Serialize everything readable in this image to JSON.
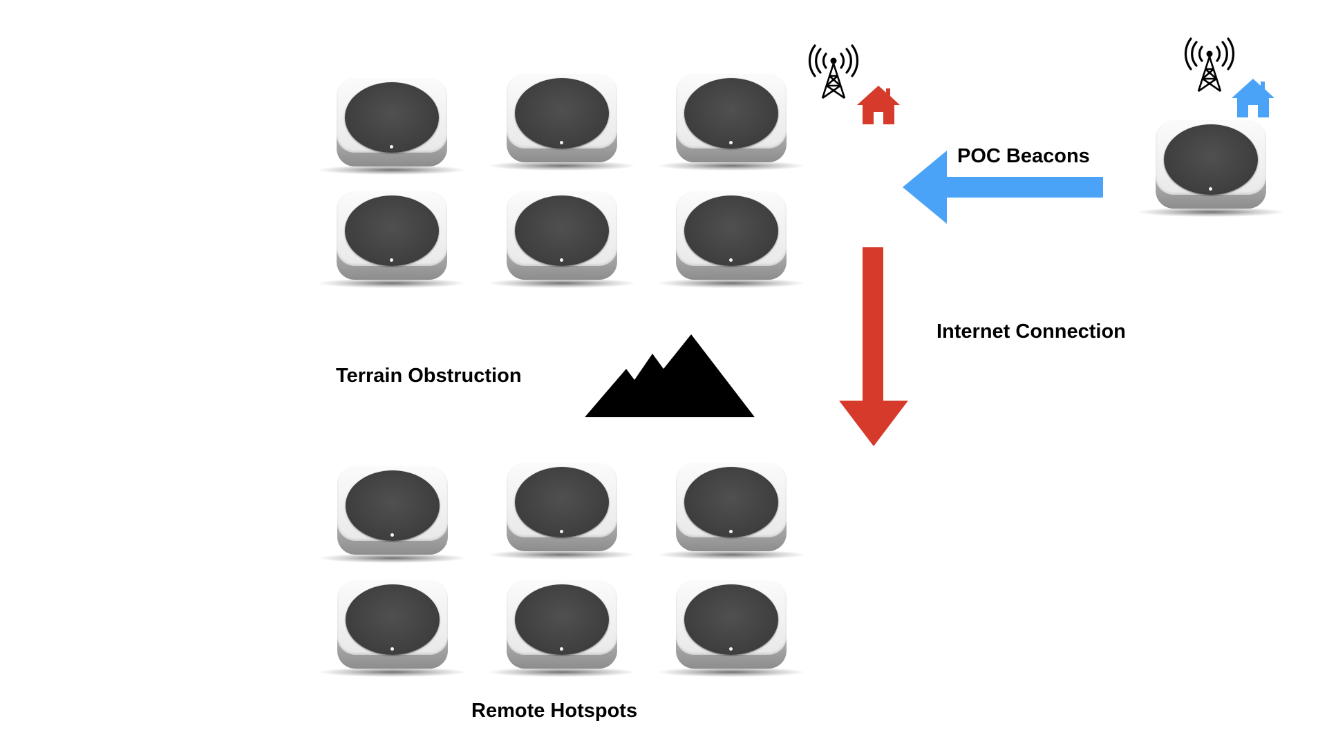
{
  "labels": {
    "poc_beacons": "POC Beacons",
    "internet_connection": "Internet Connection",
    "terrain_obstruction": "Terrain Obstruction",
    "remote_hotspots": "Remote Hotspots"
  },
  "icons": {
    "tower": "cell-tower-icon",
    "home_local": "house-icon",
    "home_remote": "house-icon",
    "mountain": "mountain-icon",
    "hotspot": "hotspot-device-icon"
  },
  "colors": {
    "beacon_arrow": "#4aa3f7",
    "internet_arrow": "#d63a2a",
    "home_local": "#d63a2a",
    "home_remote": "#4aa3f7",
    "mountain": "#000000"
  }
}
